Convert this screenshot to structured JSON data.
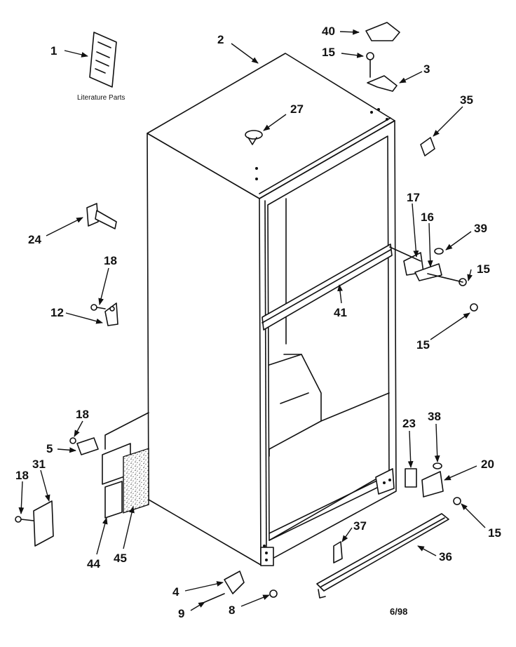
{
  "caption": "Literature Parts",
  "revision_date": "6/98",
  "callouts": {
    "c1": "1",
    "c2": "2",
    "c3": "3",
    "c4": "4",
    "c5": "5",
    "c8": "8",
    "c9": "9",
    "c12": "12",
    "c15a": "15",
    "c15b": "15",
    "c15c": "15",
    "c15d": "15",
    "c16": "16",
    "c17": "17",
    "c18a": "18",
    "c18b": "18",
    "c18c": "18",
    "c20": "20",
    "c23": "23",
    "c24": "24",
    "c27": "27",
    "c31": "31",
    "c35": "35",
    "c36": "36",
    "c37": "37",
    "c38": "38",
    "c39": "39",
    "c40": "40",
    "c41": "41",
    "c44": "44",
    "c45": "45"
  }
}
